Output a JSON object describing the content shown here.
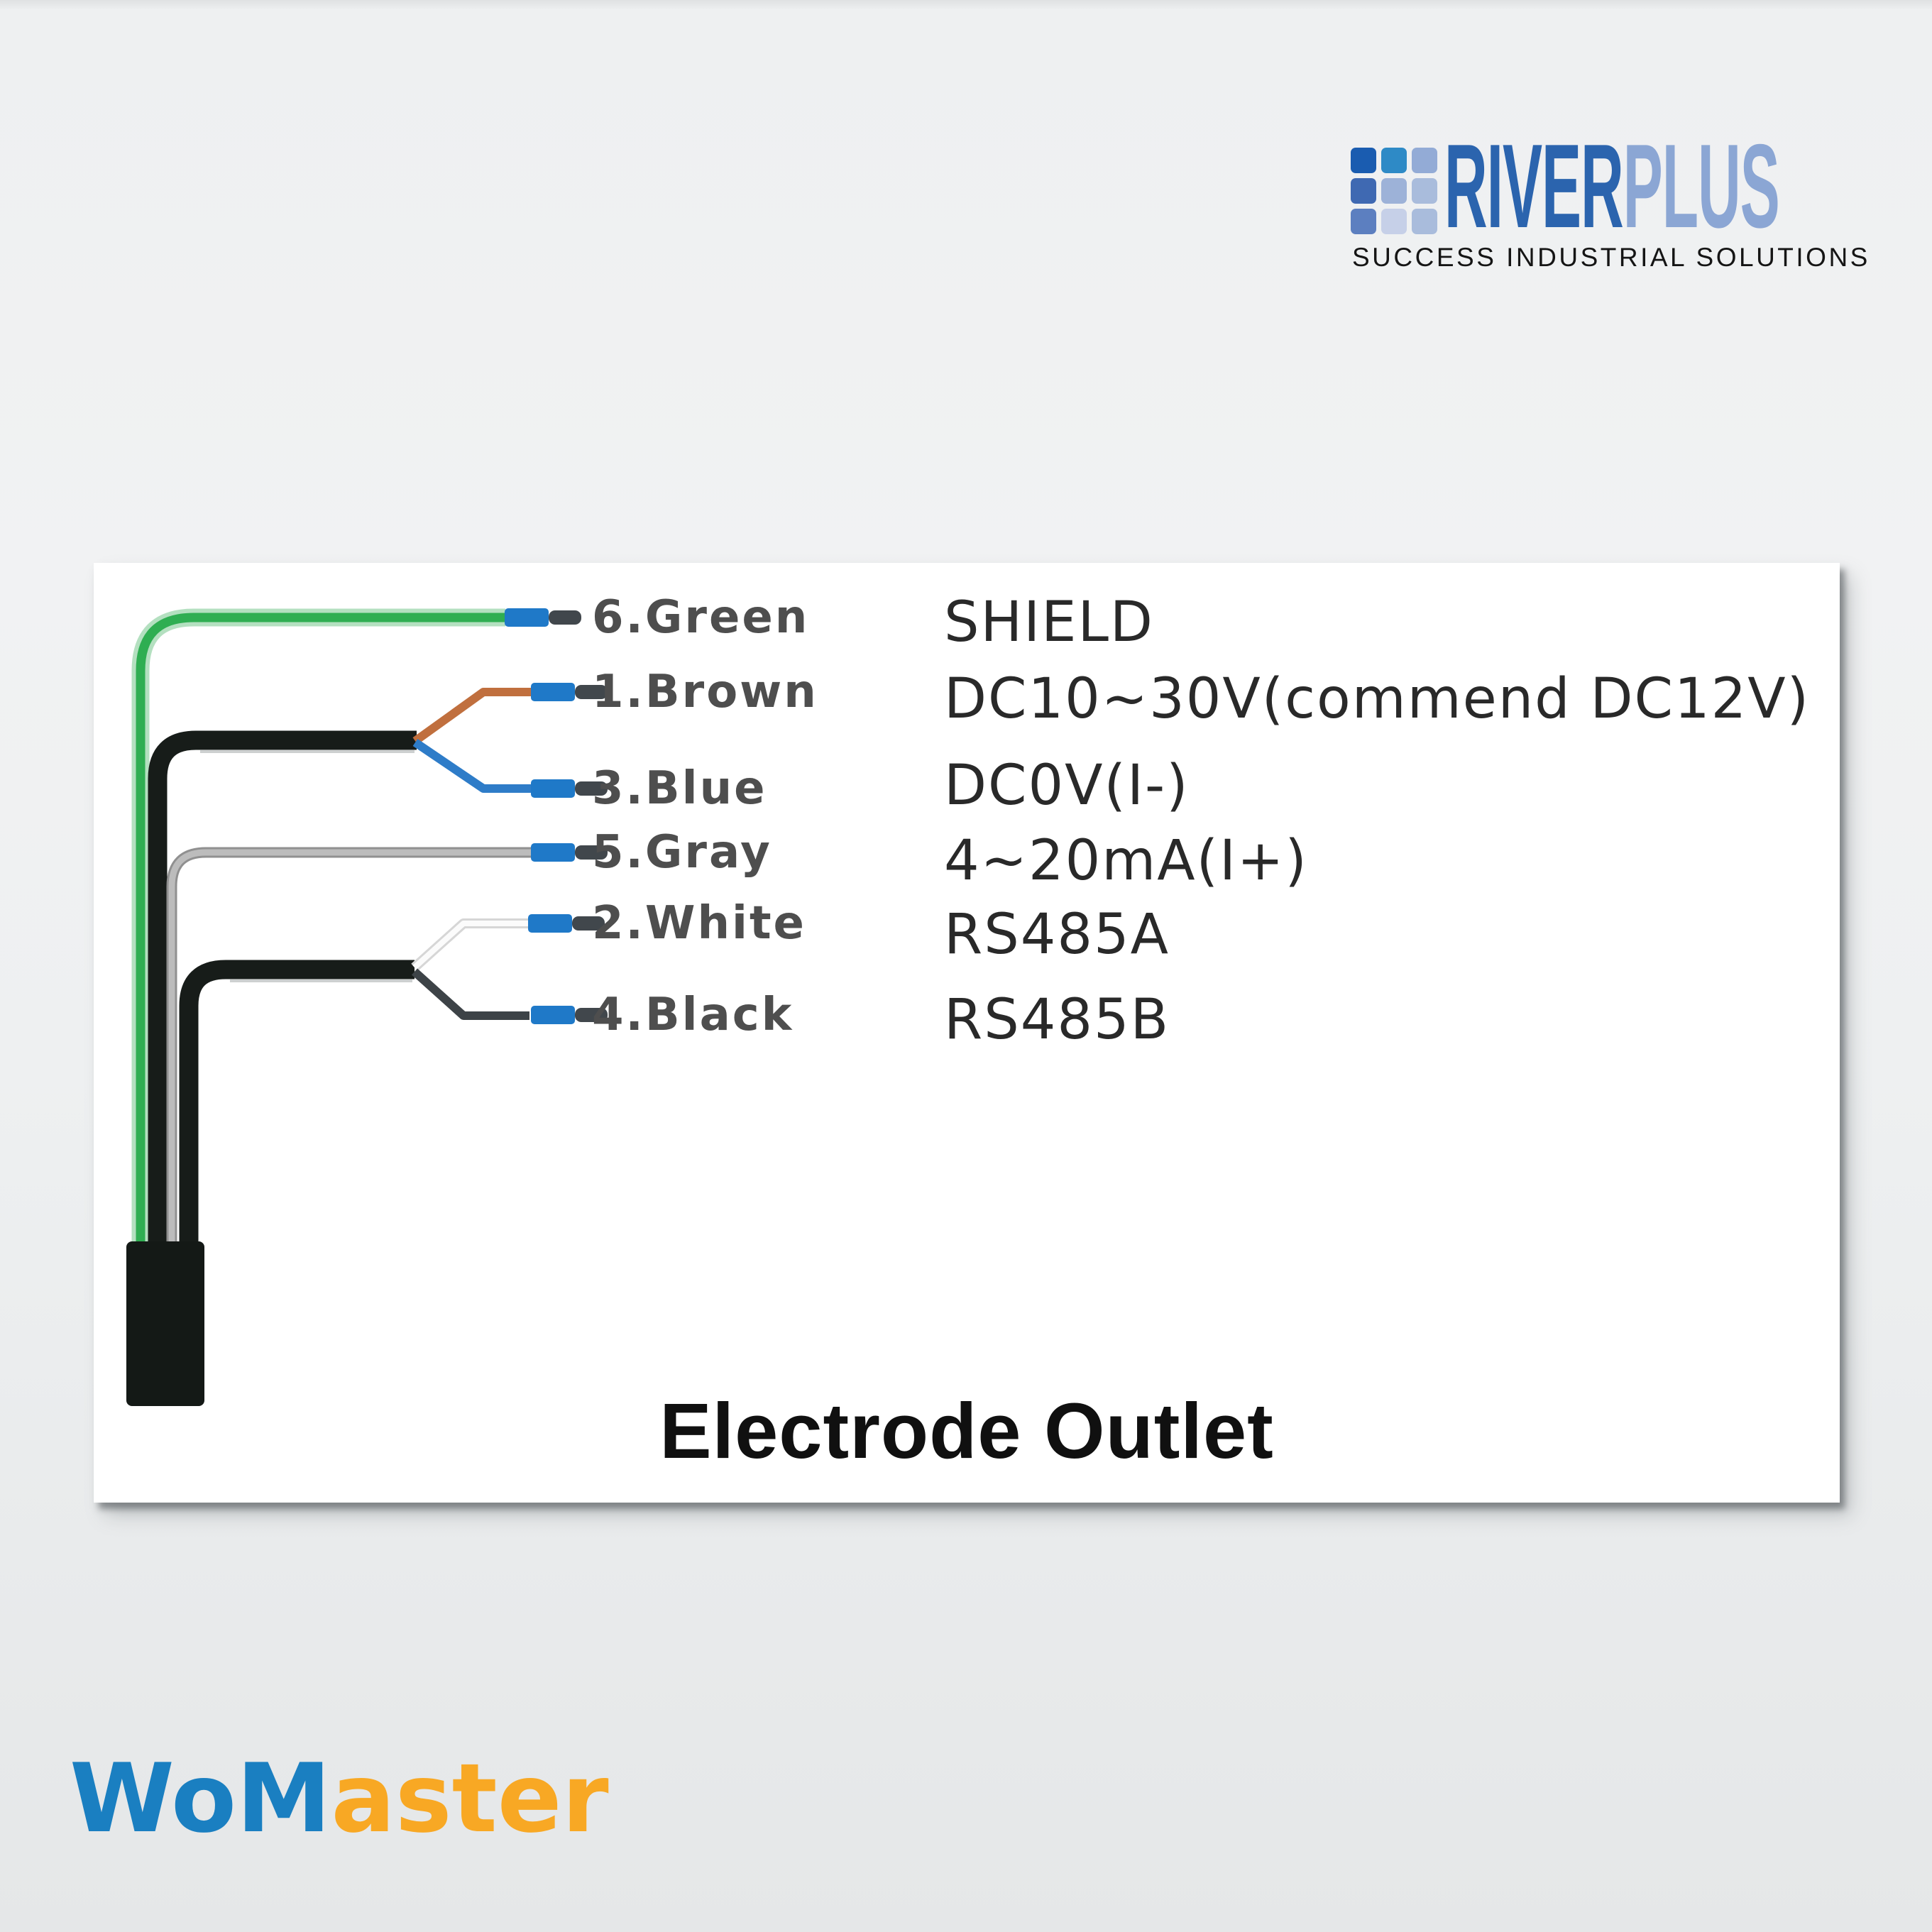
{
  "header": {
    "riverplus_logo": {
      "text_primary": "RIVER",
      "text_secondary": "PLUS",
      "tagline": "SUCCESS INDUSTRIAL SOLUTIONS",
      "color_primary": "#2b64ae",
      "color_secondary": "#8ba6d4",
      "tagline_color": "#151515",
      "grid_colors": [
        "#1a5cb0",
        "#2e8ac6",
        "#93abd6",
        "#3f69b2",
        "#9db2d8",
        "#a9bcdc",
        "#5c7fc0",
        "#c6d0e8",
        "#a9bcdc"
      ]
    }
  },
  "diagram": {
    "title": "Electrode Outlet",
    "wires": [
      {
        "num_label": "6.Green",
        "signal": "SHIELD",
        "color": "#2fae52"
      },
      {
        "num_label": "1.Brown",
        "signal": "DC10~30V(commend DC12V)",
        "color": "#c06f3e"
      },
      {
        "num_label": "3.Blue",
        "signal": "DC0V(I-)",
        "color": "#2e7cc8"
      },
      {
        "num_label": "5.Gray",
        "signal": "4~20mA(I+)",
        "color": "#ababab"
      },
      {
        "num_label": "2.White",
        "signal": "RS485A",
        "color": "#fbfbfb"
      },
      {
        "num_label": "4.Black",
        "signal": "RS485B",
        "color": "#3d4347"
      }
    ],
    "cable_color": "#171c19",
    "sheath_color": "#141916",
    "connector_color": "#1f79c8",
    "ferrule_color": "#41474c"
  },
  "footer": {
    "womaster_logo": {
      "text_primary": "WoM",
      "text_secondary": "aster",
      "color_primary": "#1a7fc1",
      "color_secondary": "#f8a824"
    }
  }
}
